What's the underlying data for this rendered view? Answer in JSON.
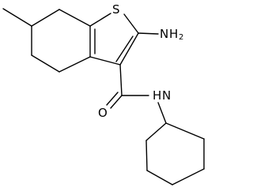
{
  "molecule": {
    "atoms": {
      "sulfur": "S",
      "amine_nitrogen": "N",
      "amine_hydrogen": "H",
      "amine_hydrogen_count": "2",
      "amide_nitrogen_hydrogen": "H",
      "amide_nitrogen": "N",
      "carbonyl_oxygen": "O"
    }
  }
}
